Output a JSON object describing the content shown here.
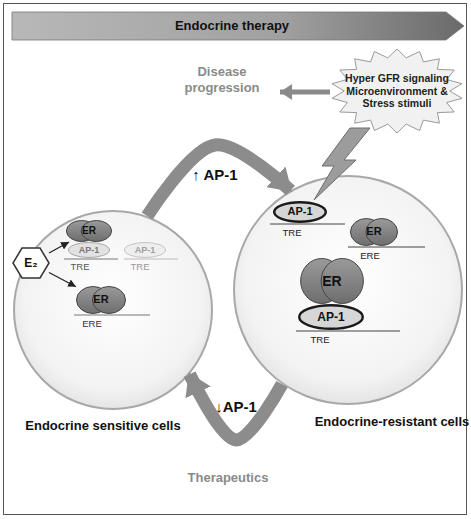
{
  "diagram": {
    "nodes": [
      {
        "text": [
          "Endocrine therapy"
        ]
      },
      {
        "text": [
          "Hyper GFR signaling Microenvironment & Stress stimuli"
        ]
      },
      {
        "text": [
          "Endocrine sensitive cells"
        ]
      },
      {
        "text": [
          "E₂"
        ]
      },
      {
        "text": [
          "ER"
        ],
        "in": 2
      },
      {
        "text": [
          "AP-1"
        ],
        "in": 2
      },
      {
        "text": [
          "AP-1"
        ],
        "in": 2
      },
      {
        "text": [
          "ER"
        ],
        "in": 2
      },
      {
        "text": [
          "Endocrine-resistant cells"
        ]
      },
      {
        "text": [
          "AP-1"
        ],
        "in": 8
      },
      {
        "text": [
          "ER"
        ],
        "in": 8
      },
      {
        "text": [
          "ER"
        ],
        "in": 8
      },
      {
        "text": [
          "AP-1"
        ],
        "in": 8
      }
    ],
    "edges": [
      {
        "from": 2,
        "to": 8,
        "arrow": "to",
        "label": "↑ AP-1"
      },
      {
        "from": 8,
        "to": 2,
        "arrow": "to",
        "label": "↓AP-1"
      },
      {
        "from": 3,
        "to": 4,
        "arrow": "to"
      },
      {
        "from": 3,
        "to": 7,
        "arrow": "to"
      }
    ],
    "labels": [
      "Disease progression",
      "Therapeutics",
      "TRE",
      "TRE",
      "ERE",
      "TRE",
      "ERE",
      "TRE"
    ]
  }
}
